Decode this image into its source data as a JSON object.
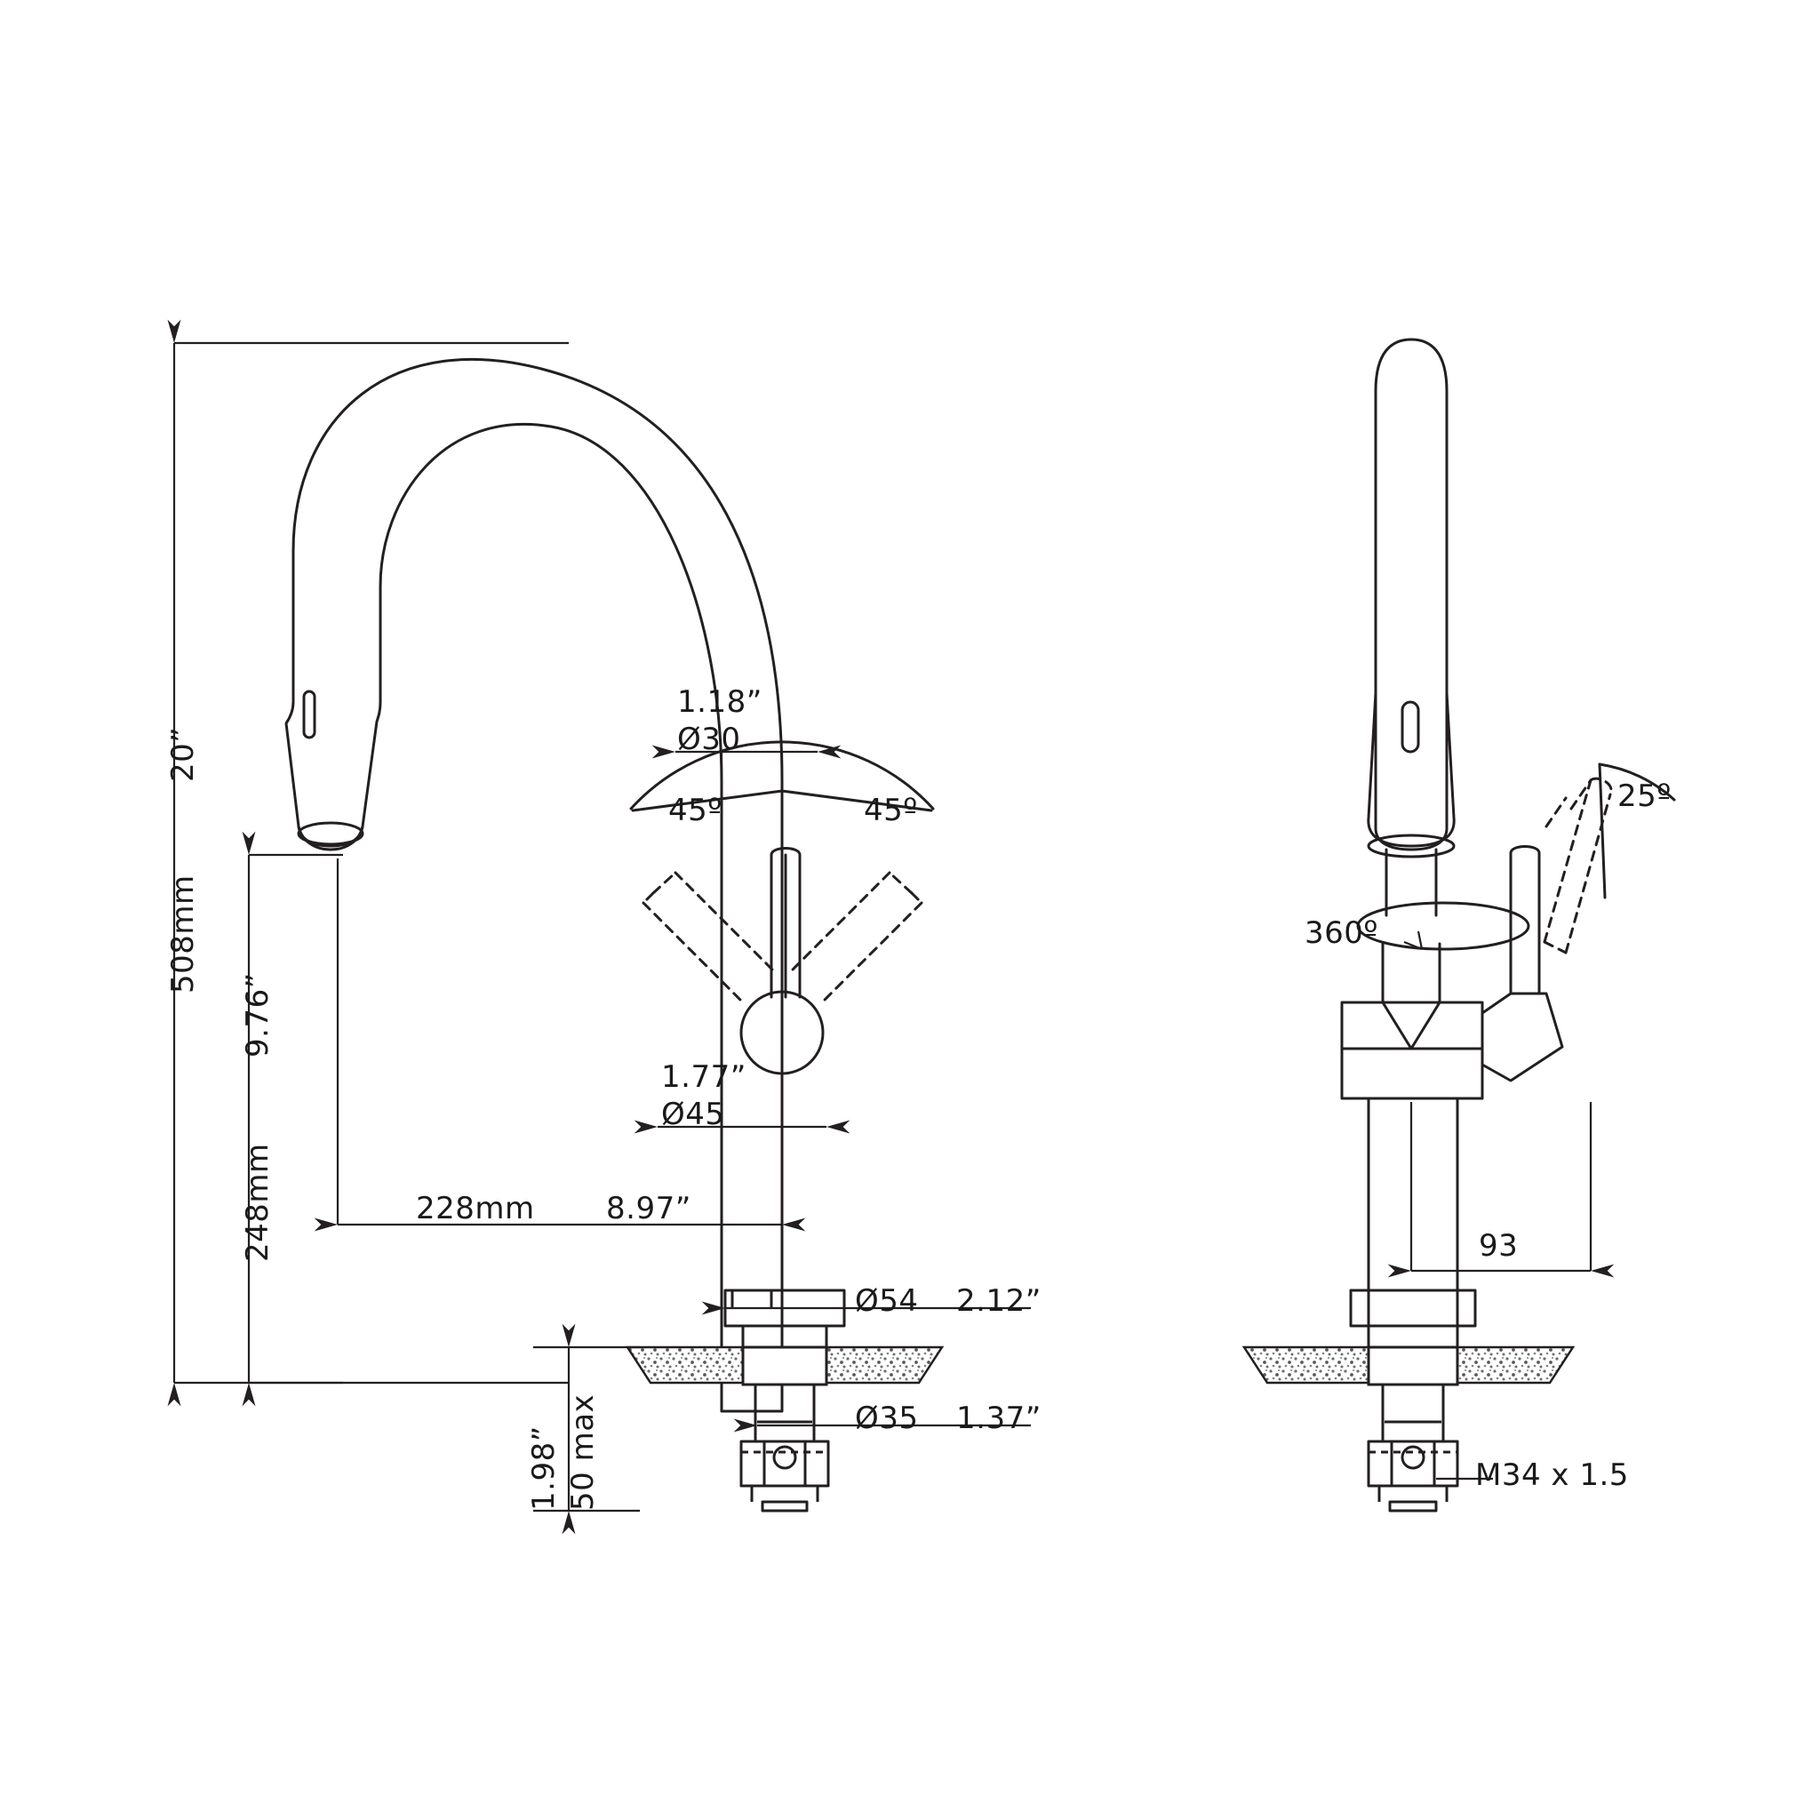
{
  "drawing": {
    "title": "Kitchen faucet dimensional drawing",
    "views": [
      {
        "name": "front-view",
        "label": ""
      },
      {
        "name": "side-view",
        "label": ""
      }
    ],
    "line_color": "#231f20",
    "hatch_color": "#6d6e71",
    "background": "#ffffff"
  },
  "dimensions": {
    "overall_height_mm": "508mm",
    "overall_height_in": "20”",
    "spout_height_mm": "248mm",
    "spout_height_in": "9.76”",
    "reach_mm": "228mm",
    "reach_in": "8.97”",
    "spout_dia_in": "1.18”",
    "spout_dia_mm": "Ø30",
    "body_dia_in": "1.77”",
    "body_dia_mm": "Ø45",
    "base_dia_mm": "Ø54",
    "base_dia_in": "2.12”",
    "hole_dia_mm": "Ø35",
    "hole_dia_in": "1.37”",
    "deck_thickness_in": "1.98”",
    "deck_thickness_mm": "50 max",
    "handle_angle_left": "45º",
    "handle_angle_right": "45º",
    "swivel": "360º",
    "handle_lift_angle": "25º",
    "handle_offset_mm": "93",
    "thread": "M34 x 1.5"
  }
}
